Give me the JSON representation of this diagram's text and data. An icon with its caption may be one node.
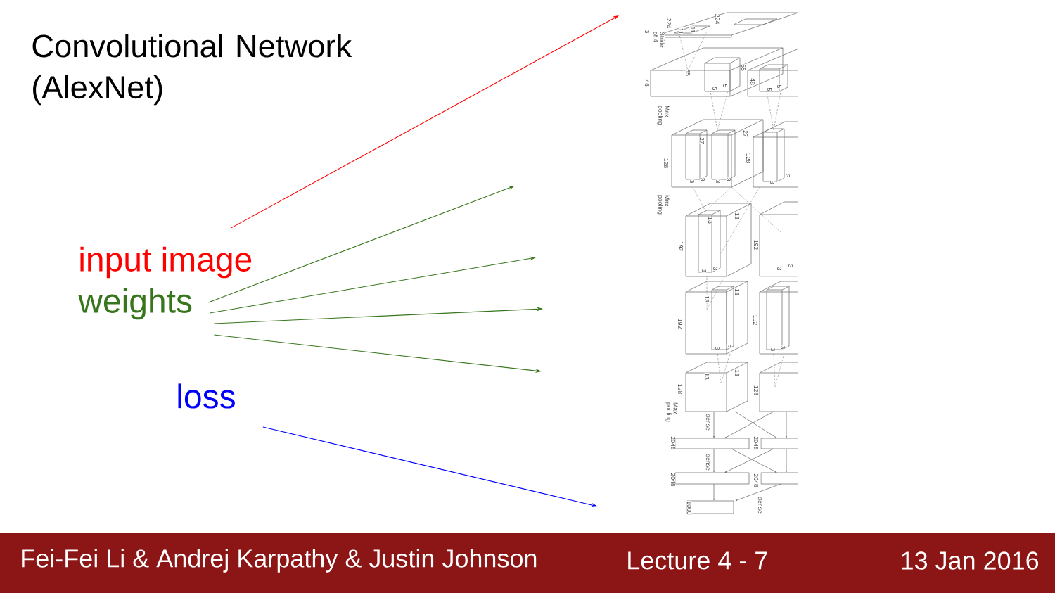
{
  "diagram": {
    "title": "Convolutional Network (AlexNet)",
    "nodes": [
      {
        "text": [
          "input image"
        ]
      },
      {
        "text": [
          "weights"
        ]
      },
      {
        "text": [
          "loss"
        ]
      }
    ],
    "edges": [
      {
        "from": 0,
        "to": null,
        "arrow": "to",
        "color": "#ff0000"
      },
      {
        "from": 1,
        "to": null,
        "arrow": "to"
      },
      {
        "from": 1,
        "to": null,
        "arrow": "to"
      },
      {
        "from": 1,
        "to": null,
        "arrow": "to"
      },
      {
        "from": 1,
        "to": null,
        "arrow": "to"
      },
      {
        "from": 2,
        "to": null,
        "arrow": "to",
        "color": "#0000ff"
      }
    ],
    "labels": [
      "224",
      "224",
      "11",
      "11",
      "3",
      "Stride of 4",
      "55",
      "55",
      "48",
      "48",
      "5",
      "5",
      "5",
      "5",
      "Max pooling",
      "27",
      "27",
      "128",
      "128",
      "3",
      "3",
      "3",
      "3",
      "3",
      "3",
      "Max pooling",
      "13",
      "13",
      "192",
      "192",
      "3",
      "3",
      "3",
      "3",
      "13",
      "13",
      "192",
      "192",
      "3",
      "3",
      "3",
      "3",
      "13",
      "13",
      "128",
      "128",
      "Max pooling",
      "dense",
      "2048",
      "2048",
      "dense",
      "2048",
      "2048",
      "1000",
      "dense",
      "Fei-Fei Li & Andrej Karpathy & Justin Johnson",
      "Lecture 4 -   7",
      "13 Jan 2016"
    ]
  }
}
